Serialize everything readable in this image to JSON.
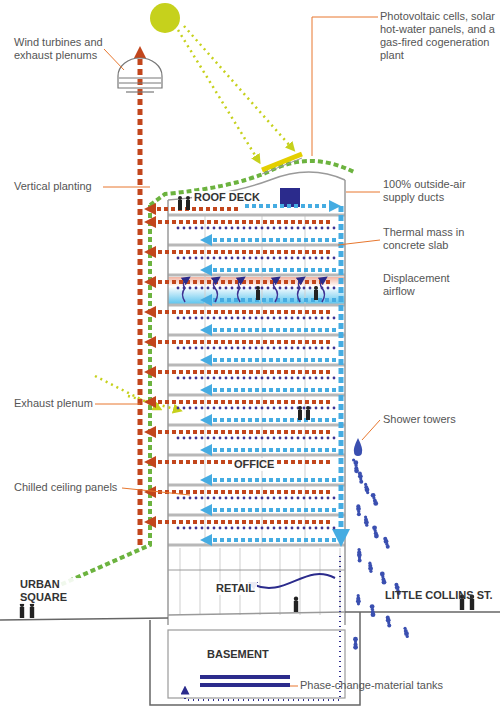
{
  "diagram": {
    "labels": [
      "Wind turbines and exhaust plenums",
      "Photovoltaic cells, solar hot-water panels, and a gas-fired cogeneration plant",
      "Vertical planting",
      "ROOF DECK",
      "100% outside-air supply ducts",
      "Thermal mass in concrete slab",
      "Displacement airflow",
      "Exhaust plenum",
      "Shower towers",
      "Chilled ceiling panels",
      "OFFICE",
      "URBAN SQUARE",
      "RETAIL",
      "LITTLE COLLINS ST.",
      "BASEMENT",
      "Phase-change-material tanks"
    ]
  }
}
